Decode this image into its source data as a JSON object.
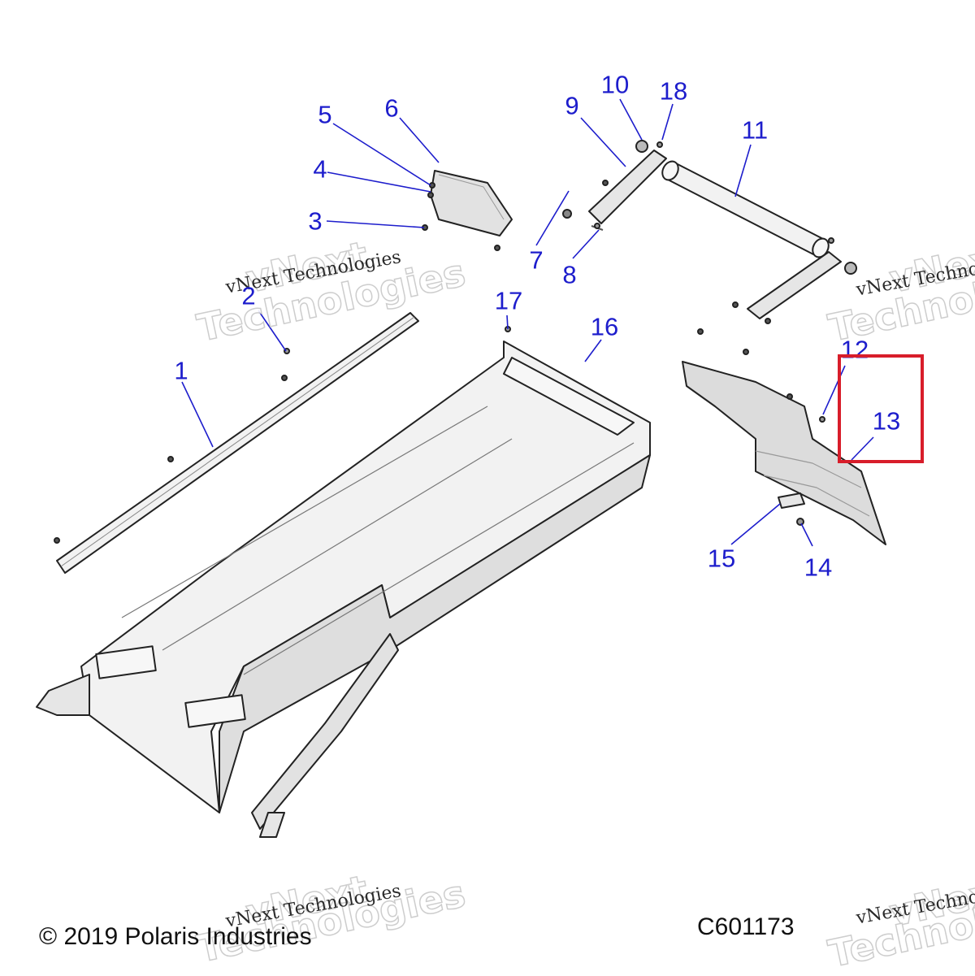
{
  "callouts": [
    "1",
    "2",
    "3",
    "4",
    "5",
    "6",
    "7",
    "8",
    "9",
    "10",
    "11",
    "12",
    "13",
    "14",
    "15",
    "16",
    "17",
    "18"
  ],
  "highlighted_callout": "13",
  "footer": {
    "copyright": "© 2019 Polaris Industries",
    "diagram_code": "C601173"
  },
  "watermark": {
    "line1": "vNext Technologies",
    "big_top": "vNext",
    "big_bottom": "Technologies"
  },
  "colors": {
    "callout_text": "#1d1dcc",
    "highlight_box": "#d81d2a",
    "line_art": "#222222",
    "part_fill": "#e9e9e9"
  }
}
